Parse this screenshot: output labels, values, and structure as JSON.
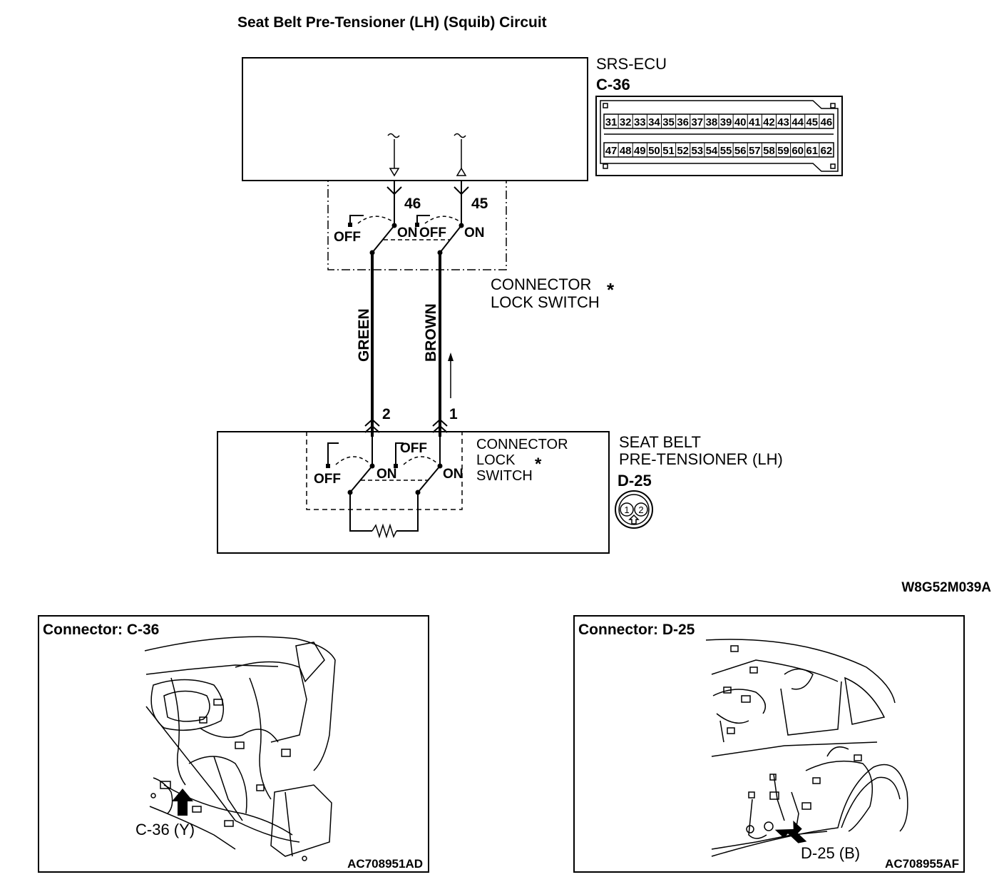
{
  "title": "Seat Belt Pre-Tensioner (LH) (Squib) Circuit",
  "ecu": {
    "name": "SRS-ECU",
    "connector_id": "C-36",
    "pins_top": [
      "31",
      "32",
      "33",
      "34",
      "35",
      "36",
      "37",
      "38",
      "39",
      "40",
      "41",
      "42",
      "43",
      "44",
      "45",
      "46"
    ],
    "pins_bottom": [
      "47",
      "48",
      "49",
      "50",
      "51",
      "52",
      "53",
      "54",
      "55",
      "56",
      "57",
      "58",
      "59",
      "60",
      "61",
      "62"
    ],
    "pin_a": "46",
    "pin_b": "45"
  },
  "lock_switch": {
    "line1": "CONNECTOR",
    "line2": "LOCK SWITCH",
    "line3": "SWITCH",
    "lock": "LOCK",
    "asterisk": "*",
    "off": "OFF",
    "on": "ON"
  },
  "wires": [
    {
      "color": "GREEN",
      "pin": "2"
    },
    {
      "color": "BROWN",
      "pin": "1"
    }
  ],
  "pretensioner": {
    "name_line1": "SEAT BELT",
    "name_line2": "PRE-TENSIONER (LH)",
    "connector_id": "D-25",
    "pin1": "1",
    "pin2": "2"
  },
  "diagram_code": "W8G52M039A",
  "panels": [
    {
      "title": "Connector: C-36",
      "callout": "C-36 (Y)",
      "code": "AC708951AD"
    },
    {
      "title": "Connector: D-25",
      "callout": "D-25 (B)",
      "code": "AC708955AF"
    }
  ]
}
